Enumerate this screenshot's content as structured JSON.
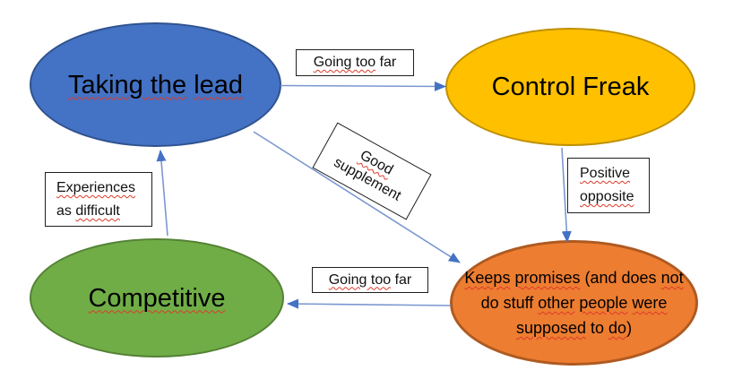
{
  "canvas": {
    "background": "#ffffff"
  },
  "colors": {
    "arrow_line": "#7b97d1",
    "arrow_head": "#4472C4",
    "squiggle": "#dd3a29",
    "label_box_border": "#1f1f1f",
    "label_box_fill": "#ffffff"
  },
  "nodes": {
    "taking_the_lead": {
      "fill": "#4472C4",
      "stroke": "#2F528F",
      "segments": [
        {
          "t": "Taking the",
          "sq": true
        },
        {
          "t": " "
        },
        {
          "t": "lead",
          "sq": true
        }
      ]
    },
    "control_freak": {
      "fill": "#FFC000",
      "stroke": "#BF9000",
      "segments": [
        {
          "t": "Control Freak"
        }
      ]
    },
    "competitive": {
      "fill": "#70AD47",
      "stroke": "#548235",
      "segments": [
        {
          "t": "Competitive",
          "sq": true
        }
      ]
    },
    "keeps_promises": {
      "fill": "#ED7D31",
      "stroke": "#AE5A21",
      "lines": [
        [
          {
            "t": "Keeps",
            "sq": true
          },
          {
            "t": " "
          },
          {
            "t": "promises",
            "sq": true
          },
          {
            "t": " (and does "
          },
          {
            "t": "not",
            "sq": true
          }
        ],
        [
          {
            "t": "do stuff "
          },
          {
            "t": "other",
            "sq": true
          },
          {
            "t": " "
          },
          {
            "t": "people",
            "sq": true
          },
          {
            "t": " "
          },
          {
            "t": "were",
            "sq": true
          }
        ],
        [
          {
            "t": "supposed",
            "sq": true
          },
          {
            "t": " to "
          },
          {
            "t": "do",
            "sq": true
          },
          {
            "t": ")"
          }
        ]
      ]
    }
  },
  "labels": {
    "going_too_far_top": {
      "segments": [
        {
          "t": "Going too",
          "sq": true
        },
        {
          "t": " far"
        }
      ]
    },
    "good_supplement": {
      "lines": [
        [
          {
            "t": "Good",
            "sq": true
          }
        ],
        [
          {
            "t": "supplement"
          }
        ]
      ],
      "rotation_deg": 29
    },
    "positive_opposite": {
      "lines": [
        [
          {
            "t": "Positive",
            "sq": true
          }
        ],
        [
          {
            "t": "opposite",
            "sq": true
          }
        ]
      ]
    },
    "experiences_as_difficult": {
      "lines": [
        [
          {
            "t": "Experiences",
            "sq": true
          }
        ],
        [
          {
            "t": "as "
          },
          {
            "t": "difficult",
            "sq": true
          }
        ]
      ]
    },
    "going_too_far_bottom": {
      "segments": [
        {
          "t": "Going too",
          "sq": true
        },
        {
          "t": " far"
        }
      ]
    }
  },
  "edges": [
    {
      "from": "taking_the_lead",
      "to": "control_freak",
      "label": "Going too far"
    },
    {
      "from": "taking_the_lead",
      "to": "keeps_promises",
      "label": "Good supplement"
    },
    {
      "from": "control_freak",
      "to": "keeps_promises",
      "label": "Positive opposite"
    },
    {
      "from": "keeps_promises",
      "to": "competitive",
      "label": "Going too far"
    },
    {
      "from": "competitive",
      "to": "taking_the_lead",
      "label": "Experiences as difficult"
    }
  ]
}
